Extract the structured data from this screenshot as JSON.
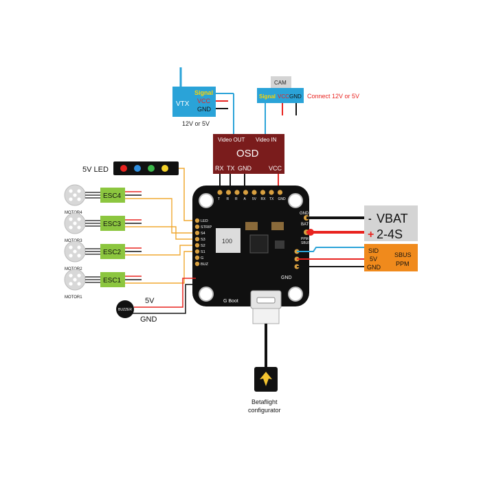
{
  "vtx": {
    "name": "VTX",
    "pins": {
      "signal": "Signal",
      "vcc": "VCC",
      "gnd": "GND"
    },
    "voltage_note": "12V or 5V"
  },
  "cam": {
    "name": "CAM",
    "pins": {
      "signal": "Signal",
      "vcc": "VCC",
      "gnd": "GND"
    },
    "connect_note": "Connect 12V or 5V"
  },
  "osd": {
    "title": "OSD",
    "video_out": "Video OUT",
    "video_in": "Video IN",
    "rx": "RX",
    "tx": "TX",
    "gnd": "GND",
    "vcc": "VCC"
  },
  "led": {
    "label": "5V LED",
    "colors": [
      "#e8231f",
      "#2f8fe0",
      "#3cb84a",
      "#f4d22a"
    ]
  },
  "motors": [
    {
      "motor": "MOTOR4",
      "esc": "ESC4"
    },
    {
      "motor": "MOTOR3",
      "esc": "ESC3"
    },
    {
      "motor": "MOTOR2",
      "esc": "ESC2"
    },
    {
      "motor": "MOTOR1",
      "esc": "ESC1"
    }
  ],
  "board": {
    "top_pads": [
      "T",
      "R",
      "R",
      "A",
      "5V",
      "RX",
      "TX",
      "GND"
    ],
    "left_pads": [
      "LED",
      "STRIP",
      "S4",
      "S3",
      "S2",
      "S1",
      "G",
      "BUZ"
    ],
    "right_pads_top": [
      "GND",
      "BAT+"
    ],
    "right_pads_mid": [
      "PPM",
      "SBUS"
    ],
    "right_pads_bottom": [
      "GND"
    ],
    "boot": "G Boot",
    "chip_label": "100"
  },
  "buzzer": {
    "label": "BUZZER",
    "v5": "5V",
    "gnd": "GND"
  },
  "battery": {
    "vbat": "VBAT",
    "cells": "2-4S",
    "minus": "-",
    "plus": "+"
  },
  "receiver": {
    "sid": "SID",
    "v5": "5V",
    "gnd": "GND",
    "sbus": "SBUS",
    "ppm": "PPM"
  },
  "usb": {
    "line1": "Betaflight",
    "line2": "configurator"
  },
  "colors": {
    "osd": "#7a1c1c",
    "vtx_box": "#2aa3d8",
    "esc": "#8cc63f",
    "battery": "#d4d4d4",
    "receiver": "#f08a1c",
    "board": "#101010",
    "wire_yellow": "#f0a830",
    "wire_red": "#e8231f",
    "wire_black": "#111111",
    "wire_blue": "#2aa3d8",
    "signal_yellow": "#ffd500"
  }
}
